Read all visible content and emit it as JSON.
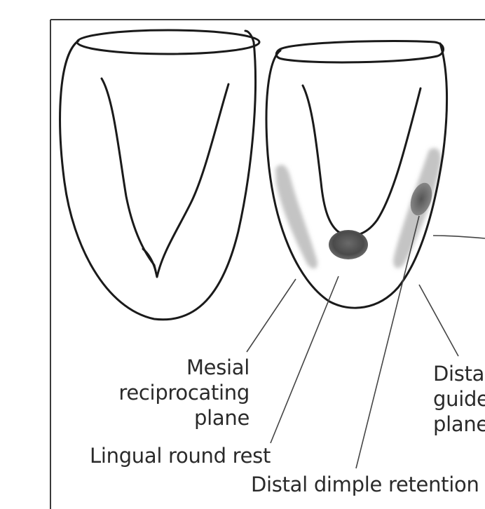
{
  "labels": {
    "mesial_line1": "Mesial",
    "mesial_line2": "reciprocating",
    "mesial_line3": "plane",
    "lingual_rest": "Lingual round rest",
    "distal_retention": "Distal dimple retention",
    "distal_guide_line1": "Distal",
    "distal_guide_line2": "guide",
    "distal_guide_line3": "plane"
  },
  "colors": {
    "outline": "#1a1a1a",
    "frame": "#3a3a3a",
    "shaded_plane": "#c4c4c4",
    "rest": "#4a4a4a",
    "leader": "#444444",
    "text": "#2a2a2a"
  }
}
